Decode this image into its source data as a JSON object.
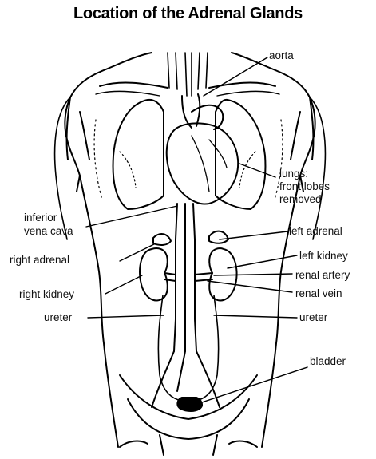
{
  "title": "Location of the Adrenal Glands",
  "labels": {
    "aorta": "aorta",
    "lungs_line1": "lungs:",
    "lungs_line2": "front lobes",
    "lungs_line3": "removed",
    "ivc_line1": "inferior",
    "ivc_line2": "vena cava",
    "left_adrenal": "left adrenal",
    "right_adrenal": "right adrenal",
    "left_kidney": "left kidney",
    "renal_artery": "renal artery",
    "right_kidney": "right kidney",
    "renal_vein": "renal vein",
    "ureter_left": "ureter",
    "ureter_right": "ureter",
    "bladder": "bladder"
  },
  "colors": {
    "ink": "#000000",
    "background": "#ffffff"
  }
}
